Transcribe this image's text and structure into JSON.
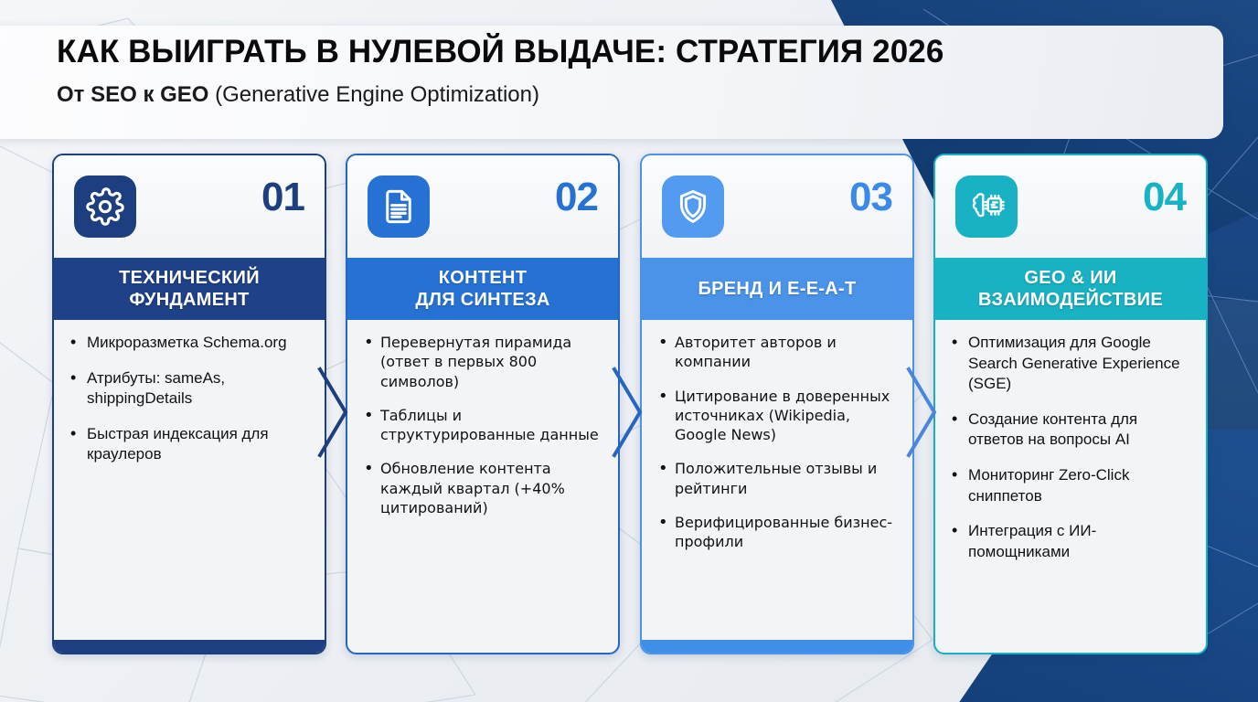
{
  "header": {
    "title": "КАК ВЫИГРАТЬ В НУЛЕВОЙ ВЫДАЧЕ: СТРАТЕГИЯ 2026",
    "subtitle_bold_1": "От SEO к GEO",
    "subtitle_rest": " (Generative Engine Optimization)"
  },
  "colors": {
    "card1": "#1e3f7f",
    "card1_head": "#1e4187",
    "card2": "#2572d4",
    "card3": "#4a93e8",
    "card4": "#18b2c4",
    "page_bg": "#eef1f4",
    "dark_panel": "#16427c",
    "body_text": "#101216"
  },
  "cards": [
    {
      "number": "01",
      "icon": "gear-icon",
      "title_line1": "ТЕХНИЧЕСКИЙ",
      "title_line2": "ФУНДАМЕНТ",
      "bullets": [
        "Микроразметка Schema.org",
        "Атрибуты: sameAs, shippingDetails",
        "Быстрая индексация для краулеров"
      ]
    },
    {
      "number": "02",
      "icon": "document-icon",
      "title_line1": "КОНТЕНТ",
      "title_line2": "ДЛЯ СИНТЕЗА",
      "bullets": [
        "Перевернутая пирамида (ответ в первых 800 символов)",
        "Таблицы и структурированные данные",
        "Обновление контента каждый квартал (+40% цитирований)"
      ]
    },
    {
      "number": "03",
      "icon": "shield-icon",
      "title_line1": "БРЕНД И E-E-A-T",
      "title_line2": "",
      "bullets": [
        "Авторитет авторов и компании",
        "Цитирование в доверенных источниках (Wikipedia, Google News)",
        "Положительные отзывы и рейтинги",
        "Верифицированные бизнес-профили"
      ]
    },
    {
      "number": "04",
      "icon": "ai-chip-brain-icon",
      "title_line1": "GEO & ИИ",
      "title_line2": "ВЗАИМОДЕЙСТВИЕ",
      "bullets": [
        "Оптимизация для Google Search Generative Experience (SGE)",
        "Создание контента для ответов на вопросы AI",
        "Мониторинг Zero-Click сниппетов",
        "Интеграция с ИИ-помощниками"
      ]
    }
  ],
  "connectors": [
    {
      "name": "chevron-1-to-2"
    },
    {
      "name": "chevron-2-to-3"
    },
    {
      "name": "chevron-3-to-4"
    }
  ]
}
